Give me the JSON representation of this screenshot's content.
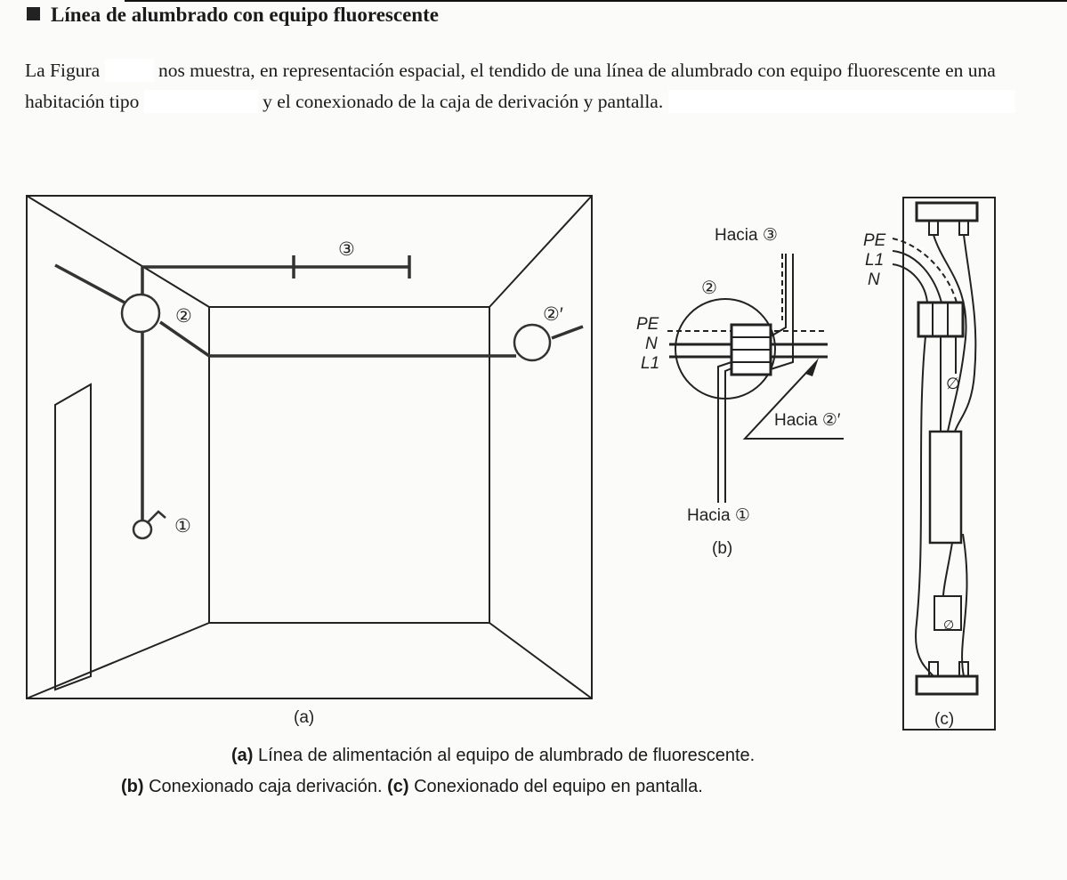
{
  "heading": "Línea de alumbrado con equipo fluorescente",
  "paragraph": {
    "part1": "La Figura",
    "part2": "nos muestra, en representación espacial, el tendido de una línea de alumbrado con equipo fluorescente en una habitación tipo",
    "part3": "y el conexionado de la caja de derivación y pantalla",
    "part4": "."
  },
  "figure_a": {
    "label": "(a)",
    "markers": {
      "one": "①",
      "two": "②",
      "two_prime": "②′",
      "three": "③"
    }
  },
  "figure_b": {
    "label": "(b)",
    "to_three": "Hacia ③",
    "to_two_prime": "Hacia ②′",
    "to_one": "Hacia ①",
    "box": "②",
    "wires": [
      "PE",
      "N",
      "L1"
    ]
  },
  "figure_c": {
    "label": "(c)",
    "wires": [
      "PE",
      "L1",
      "N"
    ]
  },
  "caption": {
    "line1_tag": "(a)",
    "line1": "Línea de alimentación al equipo de alumbrado de fluorescente.",
    "line2_tag_b": "(b)",
    "line2_b": "Conexionado caja derivación.",
    "line2_tag_c": "(c)",
    "line2_c": "Conexionado del equipo en pantalla."
  }
}
